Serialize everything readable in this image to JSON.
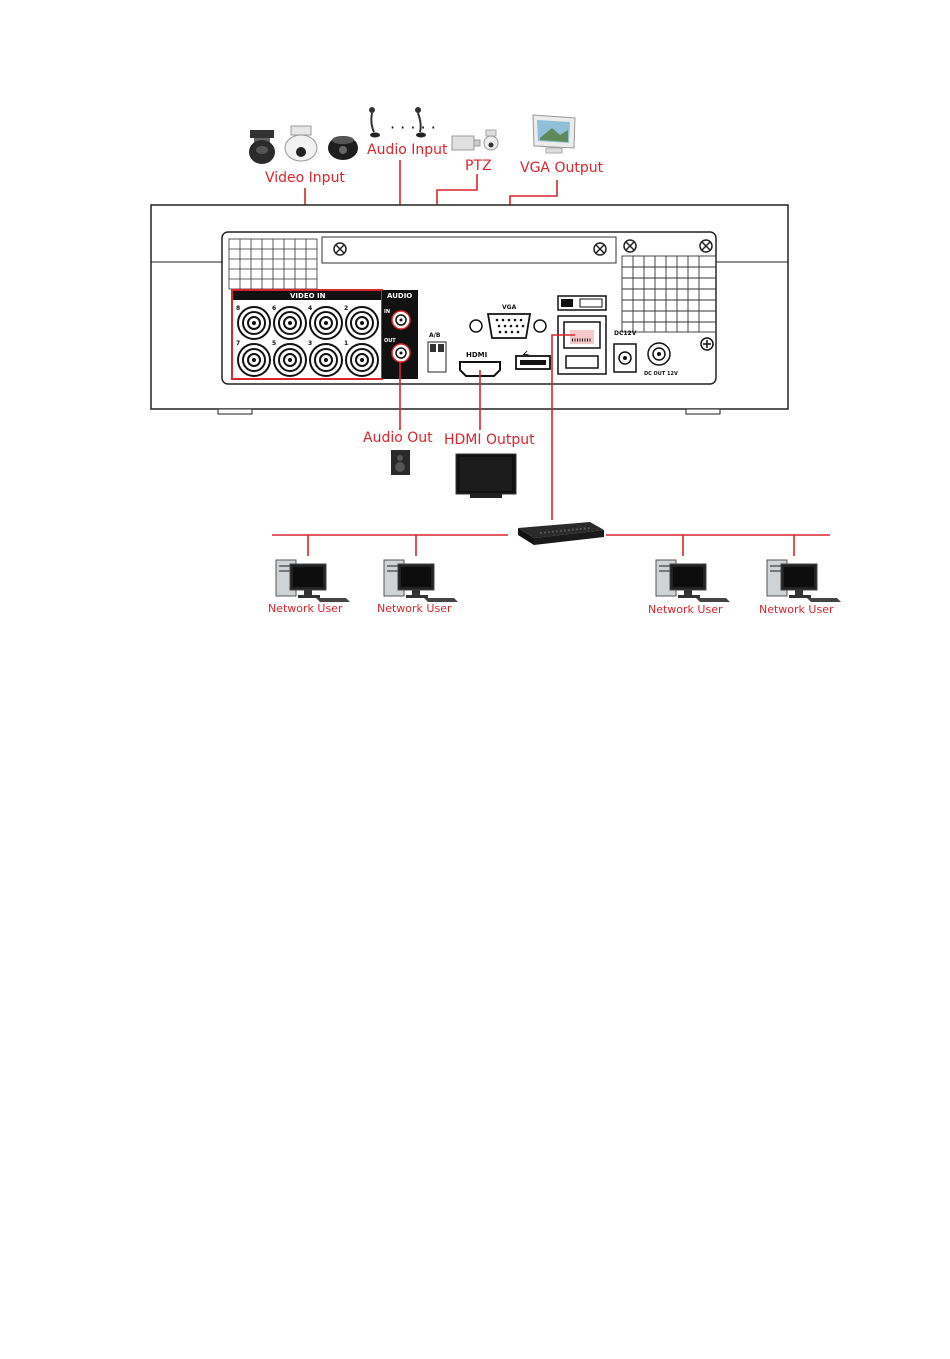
{
  "labels": {
    "video_input": "Video Input",
    "audio_input": "Audio Input",
    "ptz": "PTZ",
    "vga_output": "VGA Output",
    "audio_out": "Audio Out",
    "hdmi_output": "HDMI Output",
    "network_user": "Network User"
  },
  "panel": {
    "video_in": "VIDEO  IN",
    "audio": "AUDIO",
    "audio_in": "IN",
    "audio_out": "OUT",
    "ab": "A/B",
    "vga": "VGA",
    "hdmi": "HDMI",
    "dc12v": "DC12V",
    "dc_out": "DC OUT 12V",
    "channels_top": [
      "8",
      "6",
      "4",
      "2"
    ],
    "channels_bottom": [
      "7",
      "5",
      "3",
      "1"
    ]
  },
  "colors": {
    "accent": "#d9252b",
    "device_outline": "#222222",
    "background": "#ffffff"
  },
  "icons": [
    "speed-dome-camera-icon",
    "ptz-dome-camera-icon",
    "dome-camera-icon",
    "microphone-icon",
    "ptz-camera-icon",
    "monitor-icon",
    "speaker-icon",
    "tv-icon",
    "network-switch-icon",
    "computer-icon"
  ]
}
